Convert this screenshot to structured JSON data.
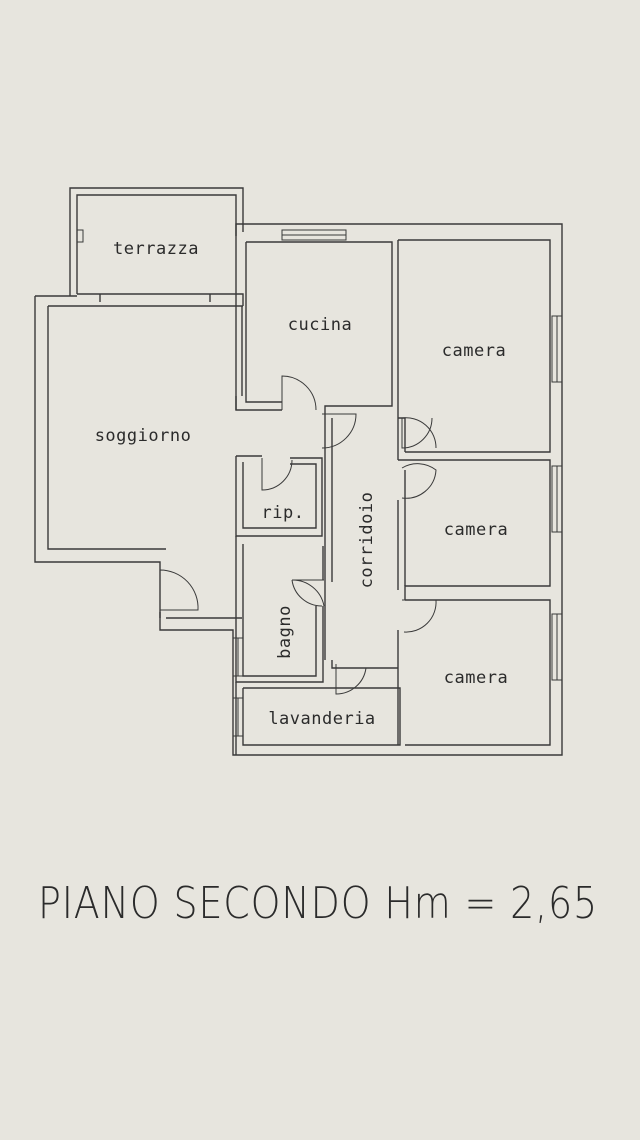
{
  "plan": {
    "title": "PIANO SECONDO Hm = 2,65",
    "rooms": {
      "terrazza": "terrazza",
      "cucina": "cucina",
      "camera_1": "camera",
      "soggiorno": "soggiorno",
      "rip": "rip.",
      "corridoio": "corridoio",
      "camera_2": "camera",
      "bagno": "bagno",
      "camera_3": "camera",
      "lavanderia": "lavanderia"
    }
  }
}
